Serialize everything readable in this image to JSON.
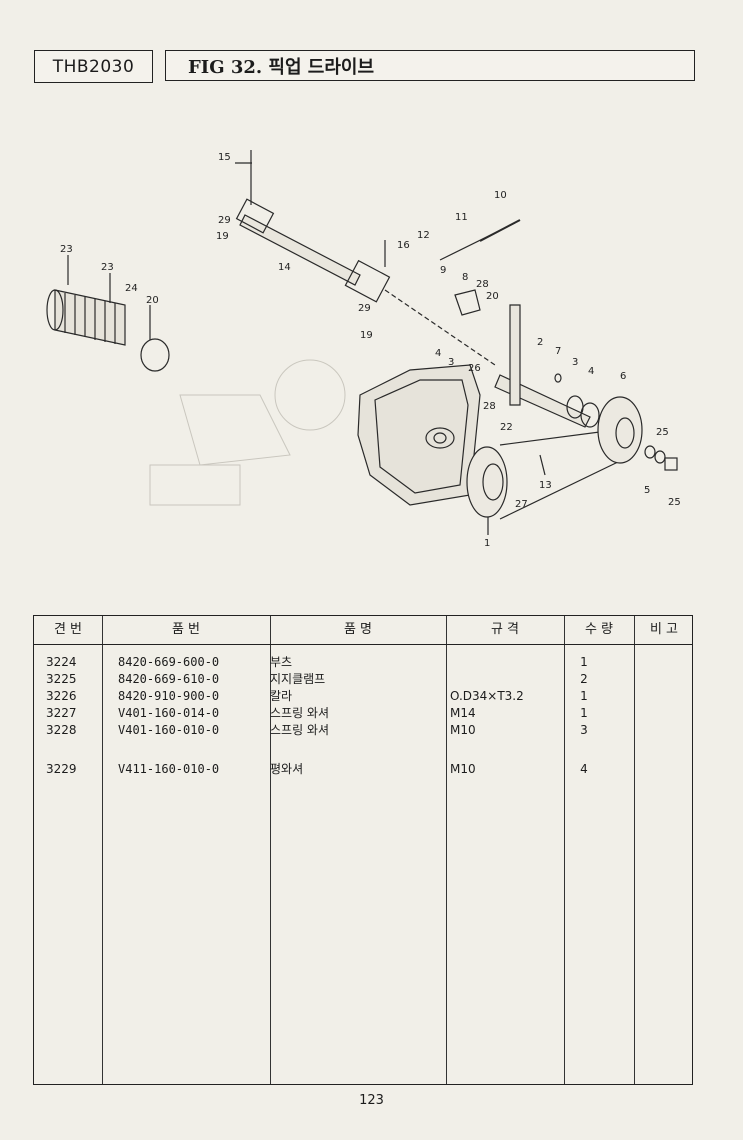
{
  "header": {
    "model": "THB2030",
    "title": "FIG 32. 픽업 드라이브"
  },
  "diagram": {
    "callouts": [
      "1",
      "2",
      "3",
      "3",
      "4",
      "4",
      "5",
      "6",
      "7",
      "8",
      "9",
      "10",
      "11",
      "12",
      "13",
      "14",
      "15",
      "16",
      "19",
      "19",
      "20",
      "20",
      "22",
      "23",
      "23",
      "24",
      "25",
      "25",
      "26",
      "27",
      "28",
      "28",
      "29",
      "29"
    ]
  },
  "table": {
    "headers": [
      "견 번",
      "품 번",
      "품 명",
      "규 격",
      "수 량",
      "비 고"
    ],
    "rows": [
      {
        "key": "3224",
        "part_no": "8420-669-600-0",
        "name": "부츠",
        "spec": "",
        "qty": "1",
        "note": ""
      },
      {
        "key": "3225",
        "part_no": "8420-669-610-0",
        "name": "지지클램프",
        "spec": "",
        "qty": "2",
        "note": ""
      },
      {
        "key": "3226",
        "part_no": "8420-910-900-0",
        "name": "칼라",
        "spec": "O.D34×T3.2",
        "qty": "1",
        "note": ""
      },
      {
        "key": "3227",
        "part_no": "V401-160-014-0",
        "name": "스프링 와셔",
        "spec": "M14",
        "qty": "1",
        "note": ""
      },
      {
        "key": "3228",
        "part_no": "V401-160-010-0",
        "name": "스프링 와셔",
        "spec": "M10",
        "qty": "3",
        "note": ""
      },
      {
        "key": "3229",
        "part_no": "V411-160-010-0",
        "name": "평와셔",
        "spec": "M10",
        "qty": "4",
        "note": ""
      }
    ]
  },
  "page_number": "123"
}
